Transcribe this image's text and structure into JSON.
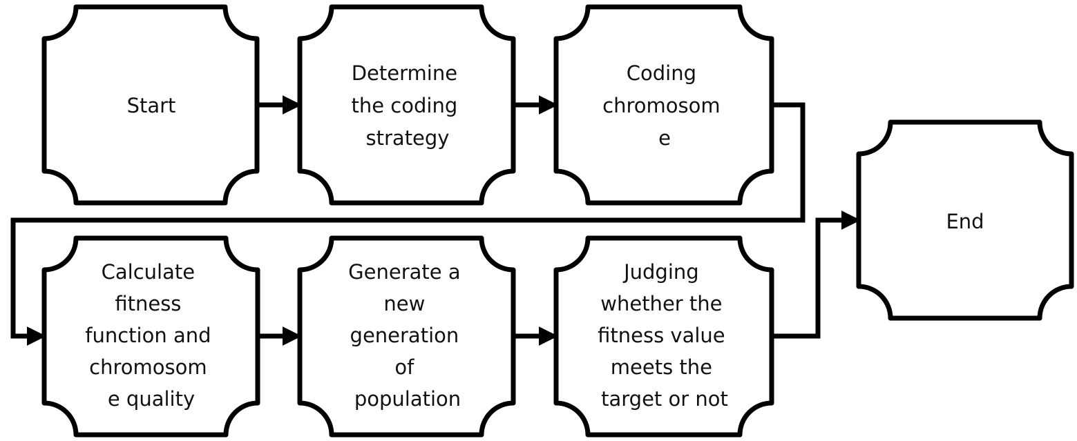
{
  "nodes": {
    "start": {
      "lines": [
        "Start"
      ]
    },
    "determine": {
      "lines": [
        "Determine",
        "the coding",
        "strategy"
      ]
    },
    "coding": {
      "lines": [
        "Coding",
        "chromosom",
        "e"
      ]
    },
    "calculate": {
      "lines": [
        "Calculate",
        "fitness",
        "function and",
        "chromosom",
        "e quality"
      ]
    },
    "generate": {
      "lines": [
        "Generate a",
        "new",
        "generation",
        "of",
        "population"
      ]
    },
    "judging": {
      "lines": [
        "Judging",
        "whether the",
        "fitness value",
        "meets the",
        "target or not"
      ]
    },
    "end": {
      "lines": [
        "End"
      ]
    }
  },
  "colors": {
    "stroke": "#000000",
    "fill": "#ffffff",
    "text": "#111111"
  }
}
